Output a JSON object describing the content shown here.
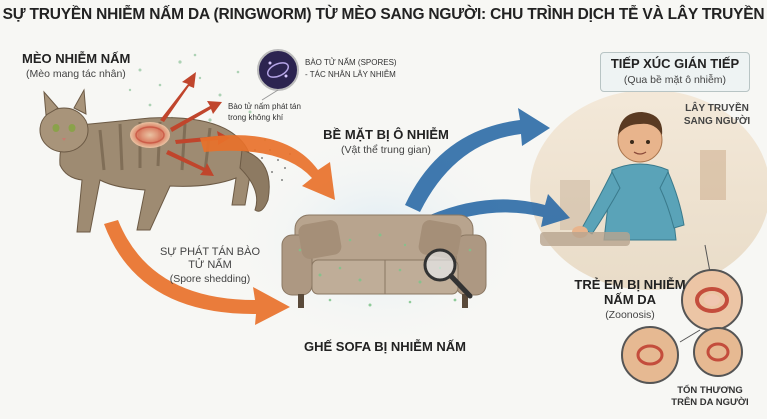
{
  "title": "SỰ TRUYỀN NHIỄM NẤM DA (RINGWORM) TỪ MÈO SANG NGƯỜI: CHU TRÌNH DỊCH TỄ VÀ LÂY TRUYỀN",
  "cat": {
    "heading": "MÈO NHIỄM NẤM",
    "sub": "(Mèo mang tác nhân)"
  },
  "spores": {
    "line1": "BÀO TỬ NẤM (SPORES)",
    "line2": "- TÁC NHÂN LÂY NHIỄM"
  },
  "airborne": {
    "line1": "Bào tử nấm phát tán",
    "line2": "trong không khí"
  },
  "surface": {
    "heading": "BỀ MẶT BỊ Ô NHIỄM",
    "sub": "(Vật thể trung gian)"
  },
  "indirect": {
    "heading": "TIẾP XÚC GIÁN TIẾP",
    "sub": "(Qua bề mặt ô nhiễm)"
  },
  "transmit": {
    "line1": "LÂY TRUYỀN",
    "line2": "SANG NGƯỜI"
  },
  "shedding": {
    "line1": "SỰ PHÁT TÁN BÀO",
    "line2": "TỬ NẤM",
    "sub": "(Spore shedding)"
  },
  "sofa": {
    "heading": "GHẾ SOFA BỊ NHIỄM NẤM"
  },
  "child": {
    "line1": "TRẺ EM BỊ NHIỄM",
    "line2": "NẤM DA",
    "sub": "(Zoonosis)"
  },
  "lesion": {
    "line1": "TỔN THƯƠNG",
    "line2": "TRÊN DA NGƯỜI"
  },
  "colors": {
    "arrow_orange": "#e8712a",
    "arrow_blue": "#2b6aa6",
    "cloud": "#e3eef4",
    "sofa": "#b8a48e"
  }
}
